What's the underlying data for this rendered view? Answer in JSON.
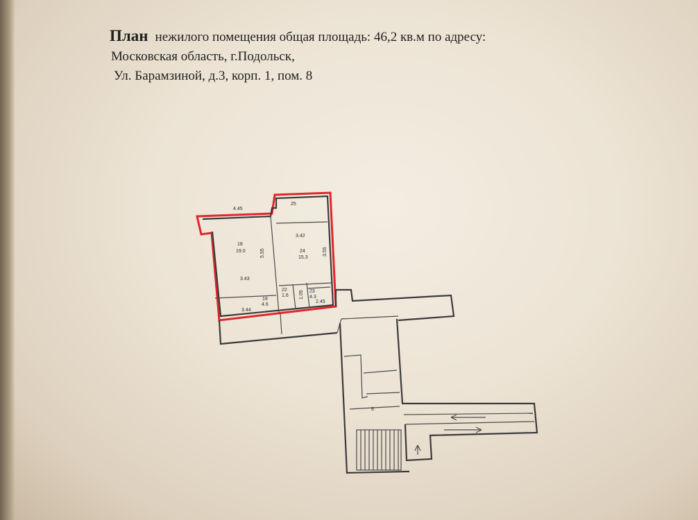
{
  "document": {
    "title_word": "План",
    "title_rest": "нежилого помещения общая площадь: 46,2 кв.м   по адресу:",
    "address_line1": "Московская область, г.Подольск,",
    "address_line2": "Ул. Барамзиной, д.3, корп. 1, пом. 8"
  },
  "floor_plan": {
    "dimension_labels": {
      "top_width": "4.45",
      "room_left_width": "3.43",
      "room_left_height": "5.55",
      "room_right_width": "3.42",
      "room_right_height": "3.55",
      "corridor_width": "3.44",
      "small_a_height": "1.05",
      "small_b_width": "2.45",
      "stair_number": "8"
    },
    "rooms": [
      {
        "number": "18",
        "area": "19.0"
      },
      {
        "number": "24",
        "area": "15.3"
      },
      {
        "number": "19",
        "area": "4.6"
      },
      {
        "number": "22",
        "area": "1.6"
      },
      {
        "number": "23",
        "area": "4.3"
      },
      {
        "number": "25",
        "area": ""
      }
    ],
    "colors": {
      "highlight": "#e0262b",
      "lines": "#3a3a3a"
    }
  }
}
